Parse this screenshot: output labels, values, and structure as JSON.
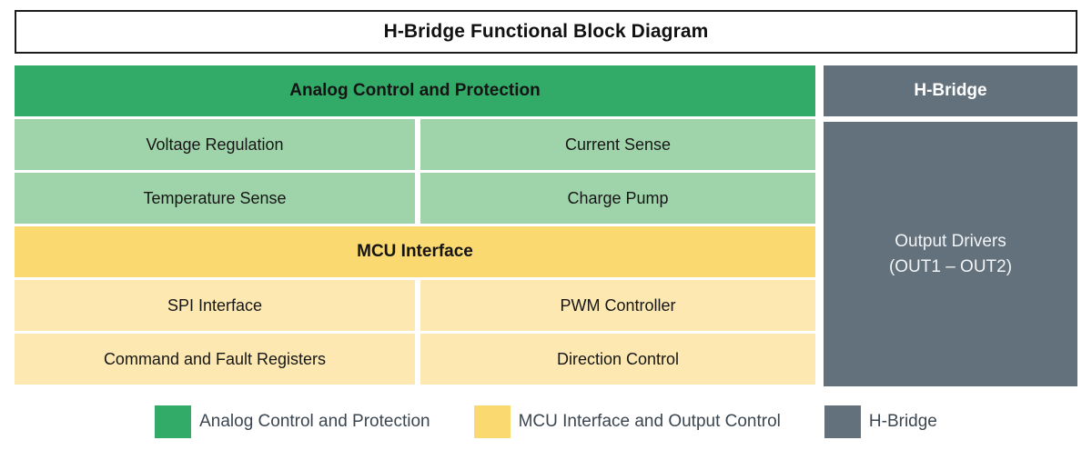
{
  "title": "H-Bridge Functional Block Diagram",
  "colors": {
    "analog_header": "#33ab68",
    "analog_sub": "#9fd4aa",
    "mcu_header": "#fbd971",
    "mcu_sub": "#fce8b0",
    "hbridge": "#62717c",
    "border": "#1c1c1c",
    "legend_text": "#3b4650"
  },
  "left_column": {
    "analog_group": {
      "header": "Analog Control and Protection",
      "rows": [
        {
          "left": "Voltage Regulation",
          "right": "Current Sense"
        },
        {
          "left": "Temperature Sense",
          "right": "Charge Pump"
        }
      ]
    },
    "mcu_group": {
      "header": "MCU Interface",
      "rows": [
        {
          "left": "SPI Interface",
          "right": "PWM Controller"
        },
        {
          "left": "Command and Fault Registers",
          "right": "Direction Control"
        }
      ]
    }
  },
  "right_column": {
    "header": "H-Bridge",
    "body_line1": "Output Drivers",
    "body_line2": "(OUT1 – OUT2)"
  },
  "legend": {
    "items": [
      {
        "label": "Analog Control and Protection",
        "color": "#33ab68"
      },
      {
        "label": "MCU Interface and Output Control",
        "color": "#fbd971"
      },
      {
        "label": "H-Bridge",
        "color": "#62717c"
      }
    ]
  }
}
